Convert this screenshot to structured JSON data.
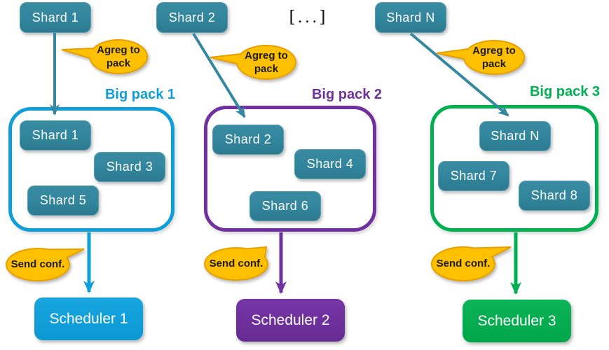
{
  "diagram": {
    "ellipsis": "[...]",
    "top_shards": [
      {
        "label": "Shard 1"
      },
      {
        "label": "Shard 2"
      },
      {
        "label": "Shard N"
      }
    ],
    "agreg_bubbles": [
      {
        "label": "Agreg to pack"
      },
      {
        "label": "Agreg to pack"
      },
      {
        "label": "Agreg to pack"
      }
    ],
    "send_bubbles": [
      {
        "label": "Send conf."
      },
      {
        "label": "Send conf."
      },
      {
        "label": "Send conf."
      }
    ],
    "packs": [
      {
        "title": "Big pack 1",
        "color": "#0f9ed9",
        "shards": [
          {
            "label": "Shard 1"
          },
          {
            "label": "Shard 3"
          },
          {
            "label": "Shard 5"
          }
        ],
        "scheduler": {
          "label": "Scheduler 1"
        }
      },
      {
        "title": "Big pack 2",
        "color": "#7030a0",
        "shards": [
          {
            "label": "Shard 2"
          },
          {
            "label": "Shard 4"
          },
          {
            "label": "Shard 6"
          }
        ],
        "scheduler": {
          "label": "Scheduler 2"
        }
      },
      {
        "title": "Big pack 3",
        "color": "#00af50",
        "shards": [
          {
            "label": "Shard N"
          },
          {
            "label": "Shard 7"
          },
          {
            "label": "Shard 8"
          }
        ],
        "scheduler": {
          "label": "Scheduler 3"
        }
      }
    ],
    "colors": {
      "shard_teal": "#31859c",
      "arrow_teal": "#35889f",
      "pack1_blue": "#0f9ed9",
      "pack2_purple": "#7030a0",
      "pack3_green": "#00af50",
      "bubble_fill": "#ffc000",
      "bubble_border": "#e8a000"
    }
  }
}
